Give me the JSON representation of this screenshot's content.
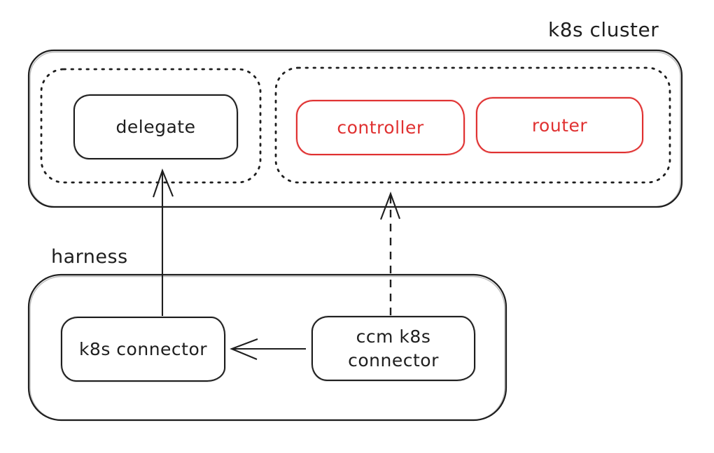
{
  "colors": {
    "stroke": "#1e1e1e",
    "accent_red": "#e03131",
    "background": "#ffffff"
  },
  "k8s_cluster": {
    "label": "k8s cluster",
    "delegate_group": {
      "delegate": {
        "label": "delegate"
      }
    },
    "workload_group": {
      "controller": {
        "label": "controller"
      },
      "router": {
        "label": "router"
      }
    }
  },
  "harness": {
    "label": "harness",
    "k8s_connector": {
      "label": "k8s connector"
    },
    "ccm_k8s_connector": {
      "label": "ccm k8s connector"
    }
  },
  "connections": [
    {
      "from": "k8s connector",
      "to": "delegate",
      "style": "solid-arrow"
    },
    {
      "from": "ccm k8s connector",
      "to": "controller/router group",
      "style": "dashed-arrow"
    },
    {
      "from": "ccm k8s connector",
      "to": "k8s connector",
      "style": "solid-arrow"
    }
  ]
}
